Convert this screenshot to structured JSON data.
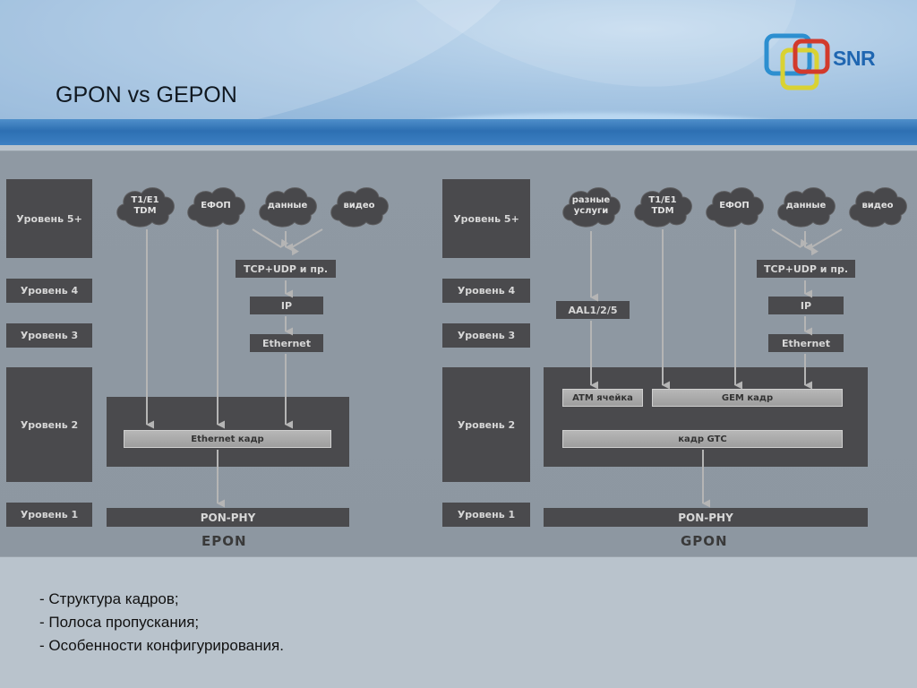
{
  "slide": {
    "title": "GPON vs GEPON",
    "logo_text": "SNR",
    "colors": {
      "logo_blue": "#1f66b1",
      "logo_red": "#d23a2c",
      "logo_yellow": "#d9d233",
      "logo_cyan": "#2d8fd0"
    }
  },
  "epon": {
    "caption": "EPON",
    "levels": [
      "Уровень 5+",
      "Уровень 4",
      "Уровень 3",
      "Уровень 2",
      "Уровень 1"
    ],
    "clouds": [
      "T1/E1\nTDM",
      "ЕФОП",
      "данные",
      "видео"
    ],
    "tcp": "TCP+UDP и пр.",
    "ip": "IP",
    "ethernet": "Ethernet",
    "frame": "Ethernet кадр",
    "phy": "PON-PHY"
  },
  "gpon": {
    "caption": "GPON",
    "levels": [
      "Уровень 5+",
      "Уровень 4",
      "Уровень 3",
      "Уровень 2",
      "Уровень 1"
    ],
    "clouds": [
      "разные\nуслуги",
      "T1/E1\nTDM",
      "ЕФОП",
      "данные",
      "видео"
    ],
    "aal": "AAL1/2/5",
    "tcp": "TCP+UDP и пр.",
    "ip": "IP",
    "ethernet": "Ethernet",
    "atm": "ATM ячейка",
    "gem": "GEM кадр",
    "gtc": "кадр GTC",
    "phy": "PON-PHY"
  },
  "bullets": [
    "- Структура кадров;",
    "- Полоса пропускания;",
    "- Особенности конфигурирования."
  ]
}
